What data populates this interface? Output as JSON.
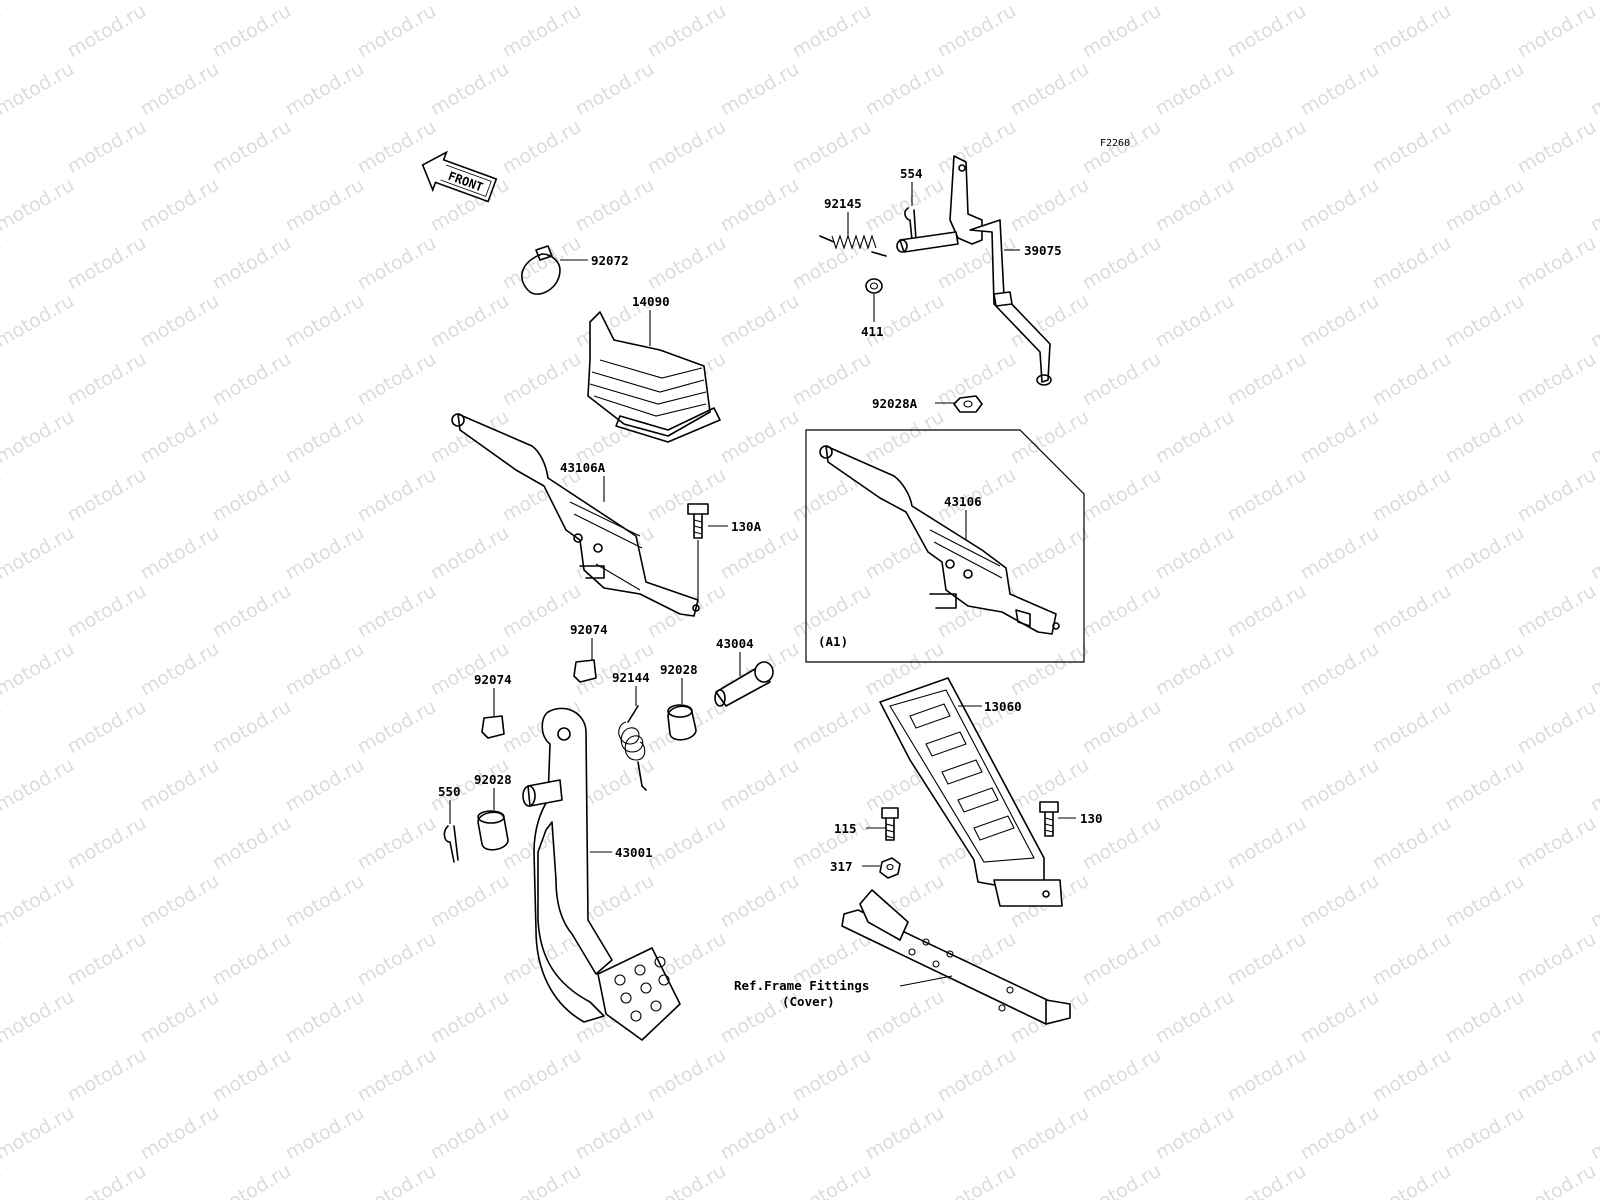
{
  "figure_code": "F2260",
  "front_arrow": "FRONT",
  "watermark_text": "motod.ru",
  "inset_label": "(A1)",
  "reference_note": [
    "Ref.Frame Fittings",
    "(Cover)"
  ],
  "parts": {
    "p92072": "92072",
    "p14090": "14090",
    "p43106A": "43106A",
    "p130A": "130A",
    "p92074a": "92074",
    "p92074b": "92074",
    "p92144": "92144",
    "p92028a": "92028",
    "p92028b": "92028",
    "p43004": "43004",
    "p550": "550",
    "p43001": "43001",
    "p92145": "92145",
    "p554": "554",
    "p39075": "39075",
    "p411": "411",
    "p92028A": "92028A",
    "p43106": "43106",
    "p13060": "13060",
    "p115": "115",
    "p317": "317",
    "p130": "130"
  }
}
